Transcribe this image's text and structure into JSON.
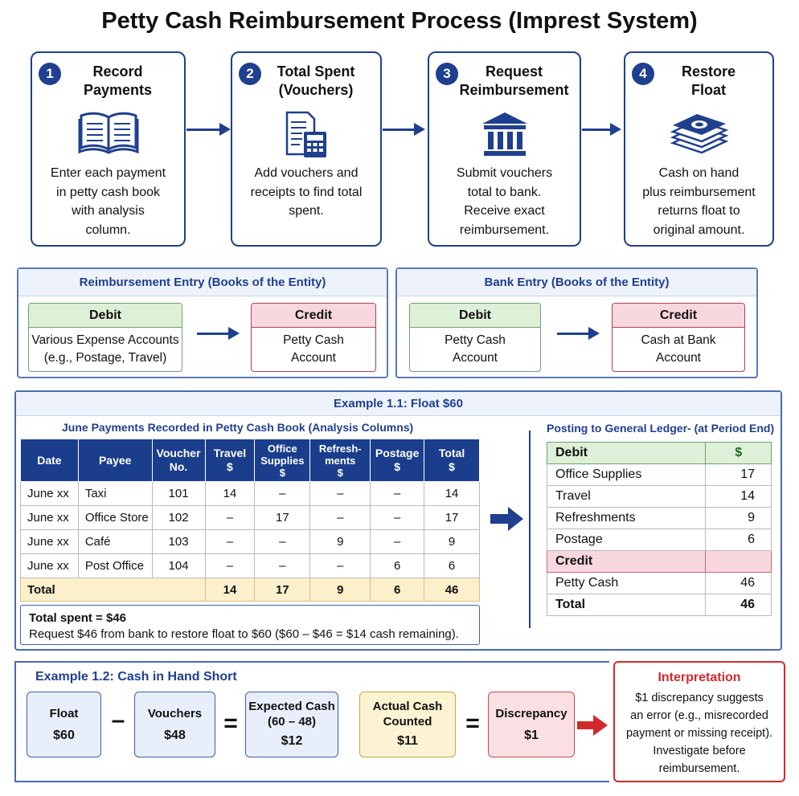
{
  "title": "Petty Cash Reimbursement Process (Imprest System)",
  "steps": [
    {
      "num": "1",
      "title": "Record\nPayments",
      "icon": "open-book-icon",
      "desc": "Enter each payment\nin petty cash book\nwith analysis\ncolumn."
    },
    {
      "num": "2",
      "title": "Total Spent\n(Vouchers)",
      "icon": "calculator-receipt-icon",
      "desc": "Add vouchers and\nreceipts to find total\nspent."
    },
    {
      "num": "3",
      "title": "Request\nReimbursement",
      "icon": "bank-icon",
      "desc": "Submit vouchers\ntotal to bank.\nReceive exact\nreimbursement."
    },
    {
      "num": "4",
      "title": "Restore\nFloat",
      "icon": "cash-stack-icon",
      "desc": "Cash on hand\nplus reimbursement\nreturns float to\noriginal amount."
    }
  ],
  "reimbursement_entry": {
    "title": "Reimbursement Entry (Books of the Entity)",
    "debit_label": "Debit",
    "debit_text": "Various Expense Accounts\n(e.g., Postage, Travel)",
    "credit_label": "Credit",
    "credit_text": "Petty Cash\nAccount"
  },
  "bank_entry": {
    "title": "Bank Entry (Books of the Entity)",
    "debit_label": "Debit",
    "debit_text": "Petty Cash\nAccount",
    "credit_label": "Credit",
    "credit_text": "Cash at Bank\nAccount"
  },
  "example1": {
    "title": "Example 1.1: Float $60",
    "table_title": "June Payments Recorded in Petty Cash Book (Analysis Columns)",
    "headers": [
      "Date",
      "Payee",
      "Voucher\nNo.",
      "Travel\n$",
      "Office\nSupplies\n$",
      "Refresh-\nments\n$",
      "Postage\n$",
      "Total\n$"
    ],
    "rows": [
      [
        "June xx",
        "Taxi",
        "101",
        "14",
        "–",
        "–",
        "–",
        "14"
      ],
      [
        "June xx",
        "Office Store",
        "102",
        "–",
        "17",
        "–",
        "–",
        "17"
      ],
      [
        "June xx",
        "Café",
        "103",
        "–",
        "–",
        "9",
        "–",
        "9"
      ],
      [
        "June xx",
        "Post Office",
        "104",
        "–",
        "–",
        "–",
        "6",
        "6"
      ]
    ],
    "total_row": [
      "Total",
      "14",
      "17",
      "9",
      "6",
      "46"
    ],
    "note_line1": "Total spent = $46",
    "note_line2": "Request $46  from bank to restore float to $60 ($60 – $46 = $14 cash remaining).",
    "ledger_title": "Posting to General Ledger- (at Period End)",
    "ledger": {
      "debit_label": "Debit",
      "currency": "$",
      "debit_rows": [
        [
          "Office Supplies",
          "17"
        ],
        [
          "Travel",
          "14"
        ],
        [
          "Refreshments",
          "9"
        ],
        [
          "Postage",
          "6"
        ]
      ],
      "credit_label": "Credit",
      "credit_rows": [
        [
          "Petty Cash",
          "46"
        ]
      ],
      "total_label": "Total",
      "total_value": "46"
    }
  },
  "example2": {
    "title": "Example 1.2: Cash in Hand Short",
    "float_label": "Float",
    "float_value": "$60",
    "minus": "–",
    "vouchers_label": "Vouchers",
    "vouchers_value": "$48",
    "equals": "=",
    "expected_label": "Expected Cash\n(60 – 48)",
    "expected_value": "$12",
    "actual_label": "Actual Cash\nCounted",
    "actual_value": "$11",
    "discrepancy_label": "Discrepancy",
    "discrepancy_value": "$1",
    "interp_title": "Interpretation",
    "interp_text": "$1 discrepancy suggests\nan error (e.g., misrecorded\npayment or missing receipt).\nInvestigate before\nreimbursement."
  },
  "colors": {
    "navy": "#1f3f8f",
    "debit_green": "#dff0d8",
    "credit_pink": "#f8d7de",
    "total_yellow": "#fbf0cb",
    "alert_red": "#d22a2a"
  }
}
